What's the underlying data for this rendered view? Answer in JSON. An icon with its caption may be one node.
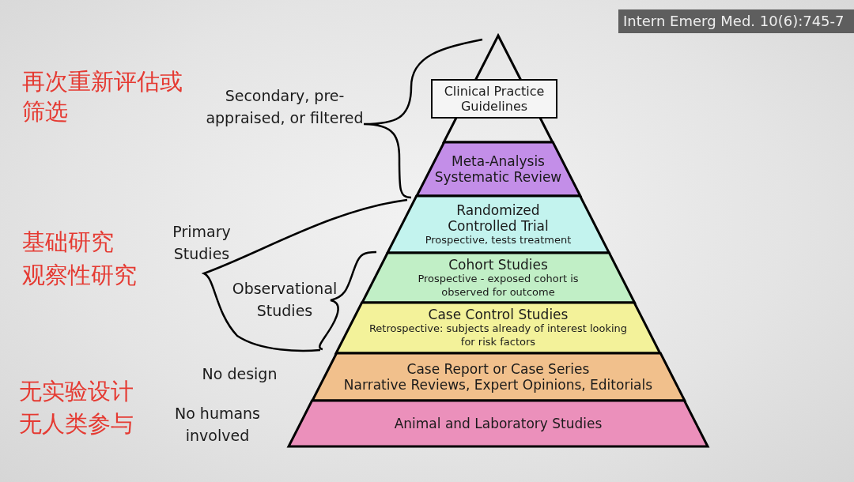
{
  "diagram": {
    "nodes": [
      {
        "text": [
          "Clinical Practice Guidelines"
        ]
      },
      {
        "text": [
          "Meta-Analysis",
          "Systematic Review"
        ]
      },
      {
        "text": [
          "Randomized Controlled Trial",
          "Prospective, tests treatment"
        ]
      },
      {
        "text": [
          "Cohort Studies",
          "Prospective - exposed cohort is observed for outcome"
        ]
      },
      {
        "text": [
          "Case Control Studies",
          "Retrospective: subjects already of interest looking for risk factors"
        ]
      },
      {
        "text": [
          "Case Report or Case Series",
          "Narrative Reviews, Expert Opinions, Editorials"
        ]
      },
      {
        "text": [
          "Animal and Laboratory Studies"
        ]
      }
    ],
    "edges": [],
    "labels": [
      "Intern Emerg Med. 10(6):745-7",
      "再次重新评估或筛选",
      "Secondary, pre-appraised, or filtered",
      "Primary Studies",
      "基础研究",
      "观察性研究",
      "Observational Studies",
      "No design",
      "无实验设计",
      "无人类参与",
      "No humans involved"
    ]
  }
}
